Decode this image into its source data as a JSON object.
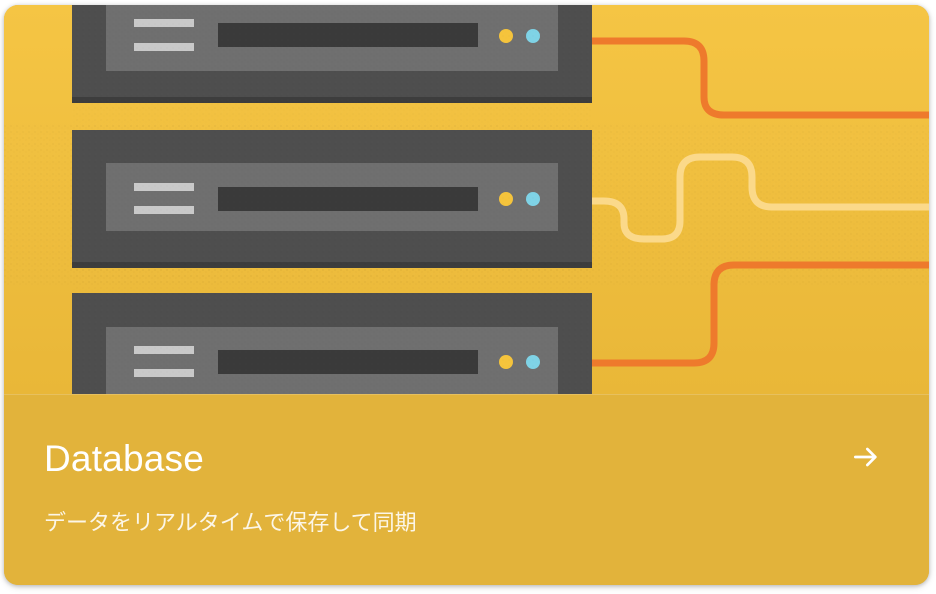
{
  "card": {
    "title": "Database",
    "description": "データをリアルタイムで保存して同期",
    "icon": "arrow-forward-icon",
    "illustration": "server-rack-illustration"
  },
  "colors": {
    "hero_background": "#f3c143",
    "footer_background": "#e2b33b",
    "server_body": "#4e4e4e",
    "server_face": "#6f6f6f",
    "cable_orange": "#ee7a2c",
    "cable_light": "#fbd98a",
    "led_yellow": "#f5c43c",
    "led_blue": "#7fd3e6",
    "text": "#ffffff"
  }
}
